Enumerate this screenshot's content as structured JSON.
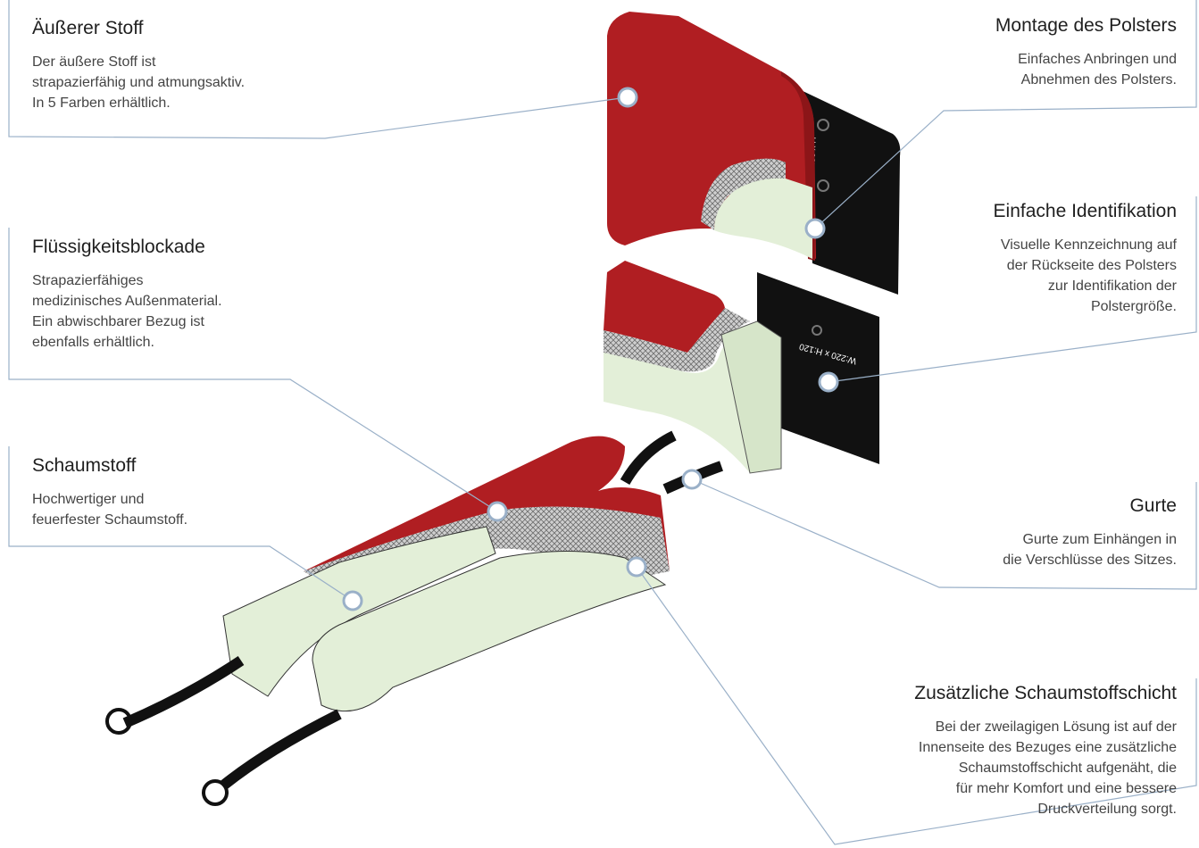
{
  "callouts": {
    "outer_fabric": {
      "title": "Äußerer Stoff",
      "lines": [
        "Der äußere Stoff ist",
        "strapazierfähig und atmungsaktiv.",
        "In 5 Farben erhältlich."
      ]
    },
    "liquid_block": {
      "title": "Flüssigkeitsblockade",
      "lines": [
        "Strapazierfähiges",
        "medizinisches Außenmaterial.",
        "Ein abwischbarer Bezug ist",
        "ebenfalls erhältlich."
      ]
    },
    "foam": {
      "title": "Schaumstoff",
      "lines": [
        "Hochwertiger und",
        "feuerfester Schaumstoff."
      ]
    },
    "mounting": {
      "title": "Montage des Polsters",
      "lines": [
        "Einfaches Anbringen und",
        "Abnehmen des Polsters."
      ]
    },
    "identification": {
      "title": "Einfache Identifikation",
      "lines": [
        "Visuelle Kennzeichnung auf",
        "der Rückseite des Polsters",
        "zur Identifikation der",
        "Polstergröße."
      ]
    },
    "straps": {
      "title": "Gurte",
      "lines": [
        "Gurte zum Einhängen in",
        "die Verschlüsse des Sitzes."
      ]
    },
    "extra_foam": {
      "title": "Zusätzliche Schaumstoffschicht",
      "lines": [
        "Bei der zweilagigen Lösung ist auf der",
        "Innenseite des Bezuges eine zusätzliche",
        "Schaumstoffschicht aufgenäht, die",
        "für mehr Komfort und eine bessere",
        "Druckverteilung sorgt."
      ]
    }
  },
  "labels": {
    "back_size": "W:180 x H",
    "head_size": "W:220 x H:120"
  },
  "colors": {
    "fabric_red": "#b01e22",
    "foam_green": "#e3efd8",
    "backing_black": "#111111",
    "leader_line": "#9ab0c8"
  }
}
